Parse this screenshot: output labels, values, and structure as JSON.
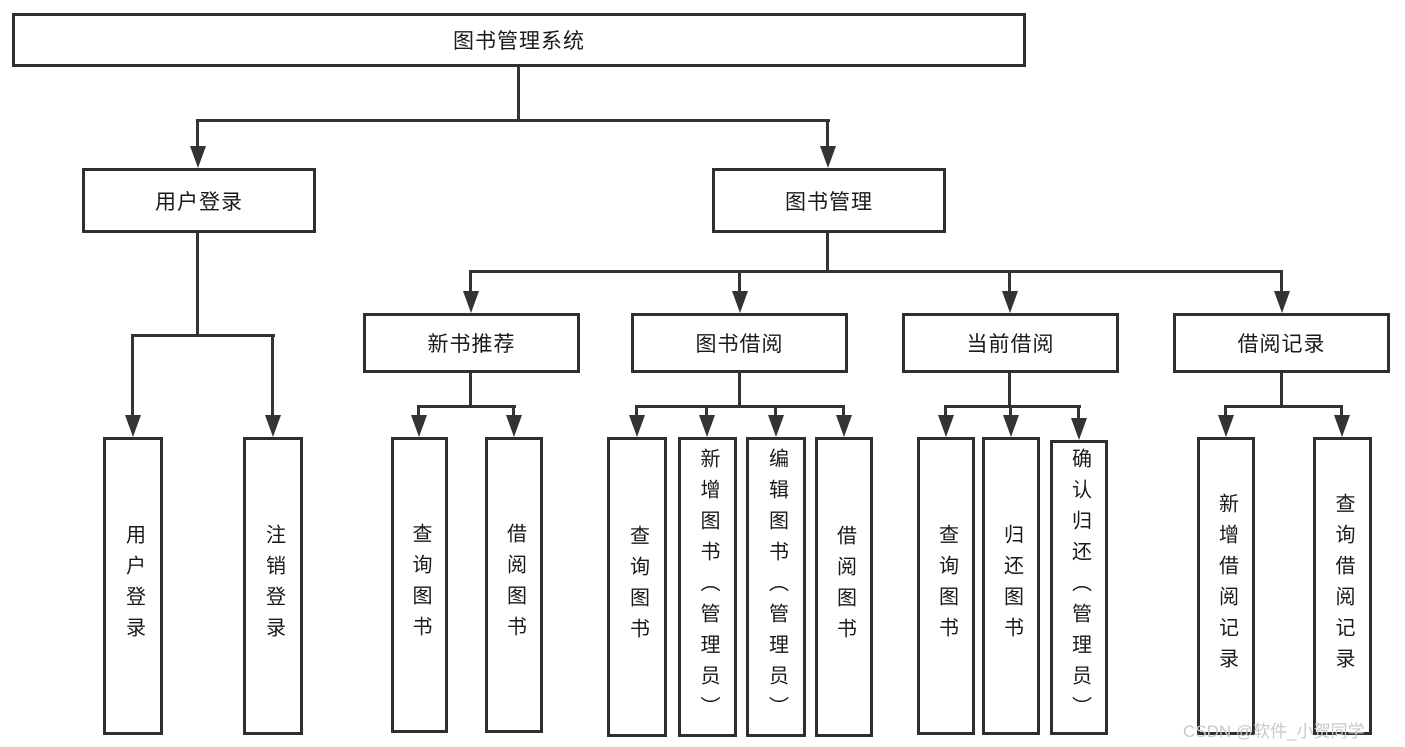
{
  "diagram_type": "tree",
  "nodes": {
    "root": {
      "label": "图书管理系统"
    },
    "user_login": {
      "label": "用户登录"
    },
    "book_management": {
      "label": "图书管理"
    },
    "new_book_recommend": {
      "label": "新书推荐"
    },
    "book_borrowing": {
      "label": "图书借阅"
    },
    "current_borrowing": {
      "label": "当前借阅"
    },
    "borrowing_records": {
      "label": "借阅记录"
    },
    "leaf_user_login": {
      "label": "用户登录"
    },
    "leaf_logout": {
      "label": "注销登录"
    },
    "leaf_query_books_1": {
      "label": "查询图书"
    },
    "leaf_borrow_books_1": {
      "label": "借阅图书"
    },
    "leaf_query_books_2": {
      "label": "查询图书"
    },
    "leaf_add_books": {
      "label": "新增图书（管理员）"
    },
    "leaf_edit_books": {
      "label": "编辑图书（管理员）"
    },
    "leaf_borrow_books_2": {
      "label": "借阅图书"
    },
    "leaf_query_books_3": {
      "label": "查询图书"
    },
    "leaf_return_books": {
      "label": "归还图书"
    },
    "leaf_confirm_return": {
      "label": "确认归还（管理员）"
    },
    "leaf_add_record": {
      "label": "新增借阅记录"
    },
    "leaf_query_record": {
      "label": "查询借阅记录"
    }
  },
  "edges": [
    [
      "图书管理系统",
      "用户登录"
    ],
    [
      "图书管理系统",
      "图书管理"
    ],
    [
      "用户登录",
      "用户登录"
    ],
    [
      "用户登录",
      "注销登录"
    ],
    [
      "图书管理",
      "新书推荐"
    ],
    [
      "图书管理",
      "图书借阅"
    ],
    [
      "图书管理",
      "当前借阅"
    ],
    [
      "图书管理",
      "借阅记录"
    ],
    [
      "新书推荐",
      "查询图书"
    ],
    [
      "新书推荐",
      "借阅图书"
    ],
    [
      "图书借阅",
      "查询图书"
    ],
    [
      "图书借阅",
      "新增图书（管理员）"
    ],
    [
      "图书借阅",
      "编辑图书（管理员）"
    ],
    [
      "图书借阅",
      "借阅图书"
    ],
    [
      "当前借阅",
      "查询图书"
    ],
    [
      "当前借阅",
      "归还图书"
    ],
    [
      "当前借阅",
      "确认归还（管理员）"
    ],
    [
      "借阅记录",
      "新增借阅记录"
    ],
    [
      "借阅记录",
      "查询借阅记录"
    ]
  ],
  "watermark": "CSDN @软件_小贺同学",
  "colors": {
    "line": "#333333",
    "border": "#2f2f2f",
    "text": "#1a1a1a",
    "background": "#ffffff",
    "watermark_text": "#c8c8c8"
  }
}
